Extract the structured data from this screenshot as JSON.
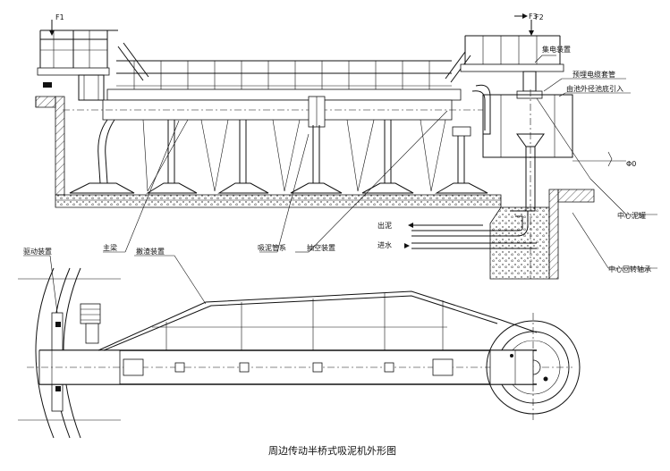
{
  "caption": "周边传动半桥式吸泥机外形图",
  "section_marks": {
    "f1": "F1",
    "f3": "F3",
    "f2": "F2"
  },
  "labels": {
    "collector_ring": "集电装置",
    "embedded_cable_conduit": "预埋电缆套管",
    "cable_from_tank_bottom": "由池外径池底引入",
    "diameter": "Φ0",
    "center_drum": "中心泥罐",
    "sludge_out": "出泥",
    "water_in": "进水",
    "center_bearing": "中心回转轴承",
    "drive_unit": "驱动装置",
    "skimmer_device": "撇渣装置",
    "main_beam": "主梁",
    "suction_pipe_system": "吸泥管系",
    "vacuum_device": "抽空装置"
  }
}
